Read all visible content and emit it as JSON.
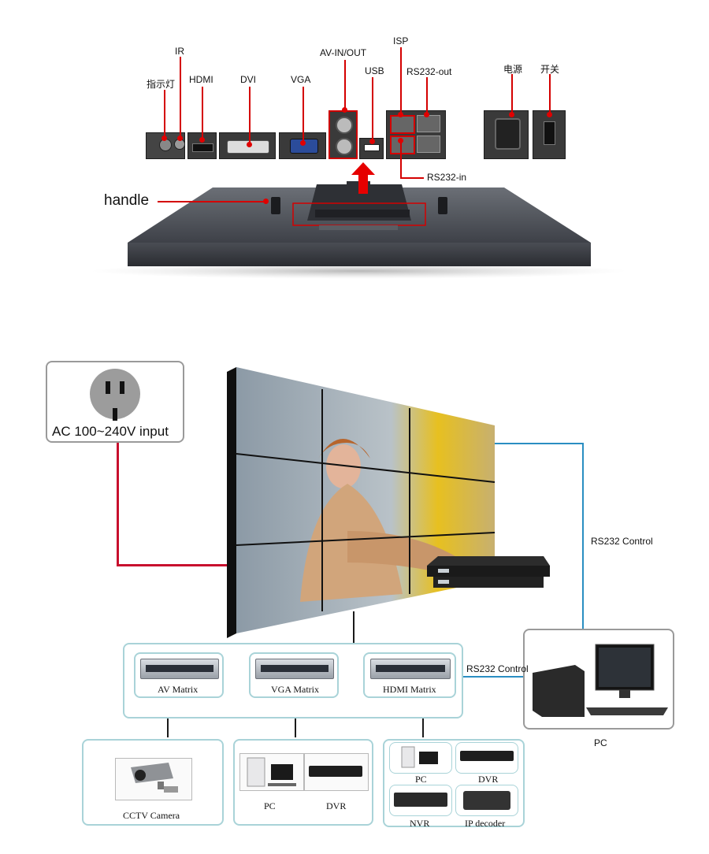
{
  "rear_panel": {
    "labels": {
      "indicator": "指示灯",
      "ir": "IR",
      "hdmi": "HDMI",
      "dvi": "DVI",
      "vga": "VGA",
      "av": "AV-IN/OUT",
      "usb": "USB",
      "isp": "ISP",
      "rs232_out": "RS232-out",
      "rs232_in": "RS232-in",
      "power": "电源",
      "switch": "开关"
    },
    "handle_label": "handle"
  },
  "system": {
    "power_input": "AC 100~240V input",
    "rs232_top": "RS232 Control",
    "rs232_mid": "RS232 Control",
    "pc_right": "PC",
    "matrices": [
      "AV Matrix",
      "VGA Matrix",
      "HDMI Matrix"
    ],
    "cctv": "CCTV Camera",
    "group2": [
      "PC",
      "DVR"
    ],
    "group3": [
      "PC",
      "DVR",
      "NVR",
      "IP decoder"
    ]
  },
  "colors": {
    "callout_red": "#d40000",
    "power_wire": "#c8102e",
    "control_wire": "#2a8ec2",
    "box_border": "#a9d3d8"
  }
}
